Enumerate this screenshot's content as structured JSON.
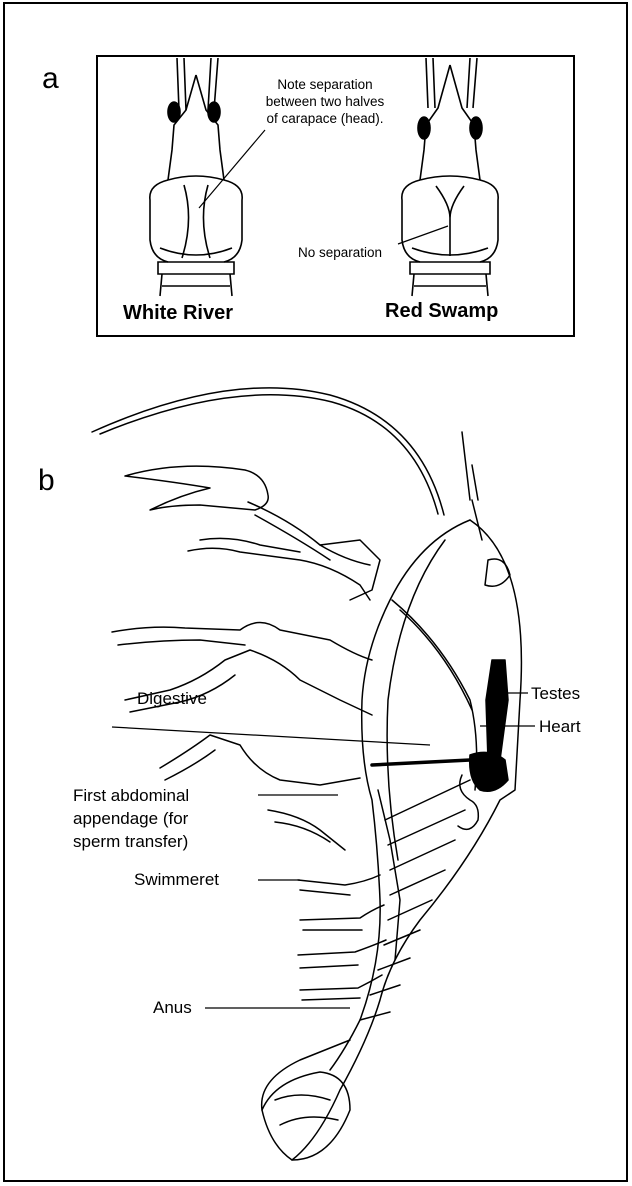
{
  "panel_a": {
    "letter": "a",
    "left_caption": "White River",
    "right_caption": "Red Swamp",
    "note_lines": [
      "Note separation",
      "between two halves",
      "of carapace (head)."
    ],
    "no_separation": "No separation"
  },
  "panel_b": {
    "letter": "b",
    "labels": {
      "digestive": "Digestive",
      "testes": "Testes",
      "heart": "Heart",
      "first_abdominal_lines": [
        "First abdominal",
        "appendage (for",
        "sperm transfer)"
      ],
      "swimmeret": "Swimmeret",
      "anus": "Anus"
    }
  }
}
